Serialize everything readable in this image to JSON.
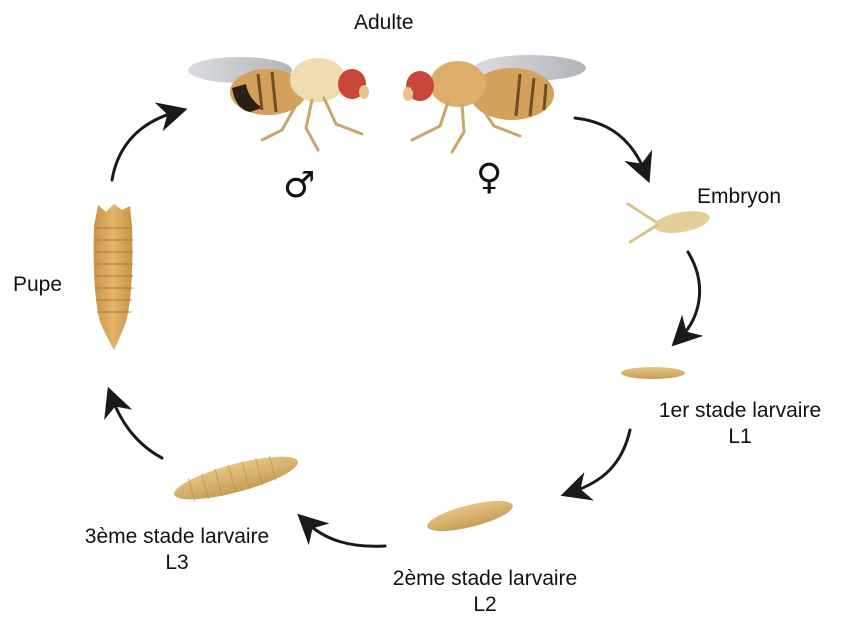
{
  "diagram": {
    "stages": {
      "adult": "Adulte",
      "embryo": "Embryon",
      "l1_line1": "1er stade larvaire",
      "l1_line2": "L1",
      "l2_line1": "2ème stade larvaire",
      "l2_line2": "L2",
      "l3_line1": "3ème stade larvaire",
      "l3_line2": "L3",
      "pupa": "Pupe"
    },
    "symbols": {
      "male": "♂",
      "female": "♀"
    }
  },
  "colors": {
    "arrow": "#1a1a1a",
    "larva": "#d9b46a",
    "larva_dark": "#b8904a",
    "fly_body": "#d4a15a",
    "fly_eye": "#c8463a",
    "wing": "#b9bcc0",
    "pupa": "#d9a55a"
  }
}
